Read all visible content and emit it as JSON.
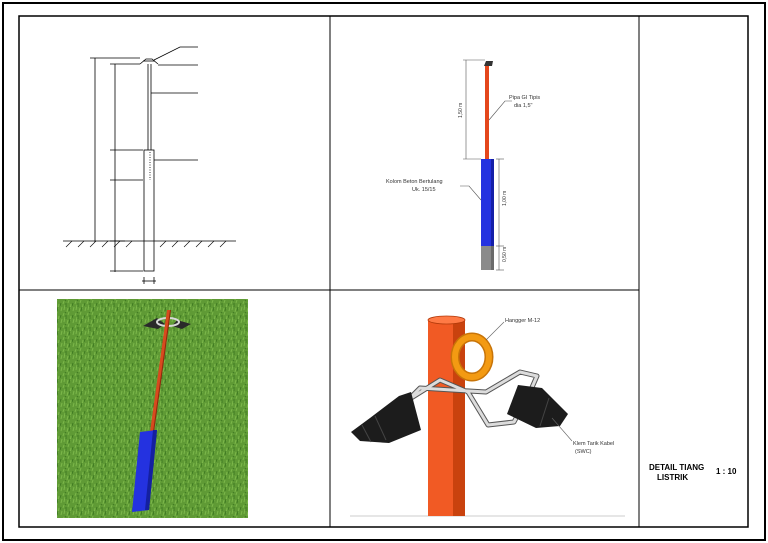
{
  "sheet": {
    "title_line1": "DETAIL TIANG",
    "title_line2": "LISTRIK",
    "scale": "1 : 10"
  },
  "view_tr": {
    "pipe_label_line1": "Pipa GI Tipis",
    "pipe_label_line2": "dia 1,5\"",
    "column_label_line1": "Kolom Beton Bertulang",
    "column_label_line2": "Uk. 15/15",
    "dim_pipe": "1,50 m",
    "dim_column": "1,00 m",
    "dim_footing": "0,50 m"
  },
  "view_br": {
    "hanger_label": "Hangger M-12",
    "clamp_label_line1": "Klem Tarik Kabel",
    "clamp_label_line2": "(SWC)"
  },
  "colors": {
    "pipe": "#e4471c",
    "column": "#2432e0",
    "footing": "#8a8a8a",
    "hanger": "#f39a12",
    "grass": "#5f9a35"
  }
}
